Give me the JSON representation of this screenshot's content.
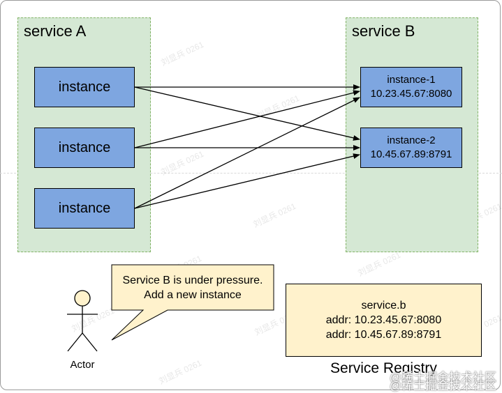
{
  "diagram": {
    "service_a": {
      "title": "service A",
      "instances": [
        "instance",
        "instance",
        "instance"
      ]
    },
    "service_b": {
      "title": "service B",
      "instances": [
        {
          "name": "instance-1",
          "addr": "10.23.45.67:8080"
        },
        {
          "name": "instance-2",
          "addr": "10.45.67.89:8791"
        }
      ]
    },
    "callout": {
      "line1": "Service B is under pressure.",
      "line2": "Add a new instance"
    },
    "actor": {
      "label": "Actor"
    },
    "registry": {
      "title": "Service Registry",
      "key": "service.b",
      "addrs": [
        "addr: 10.23.45.67:8080",
        "addr: 10.45.67.89:8791"
      ]
    },
    "watermark": {
      "repeat": "刘显兵 0261",
      "corner": "@稀土掘金技术社区"
    },
    "colors": {
      "group_fill": "#d5e8d4",
      "group_border": "#82b366",
      "instance_fill": "#7ea6e0",
      "callout_fill": "#fff2cc",
      "registry_fill": "#fff2cc"
    }
  }
}
